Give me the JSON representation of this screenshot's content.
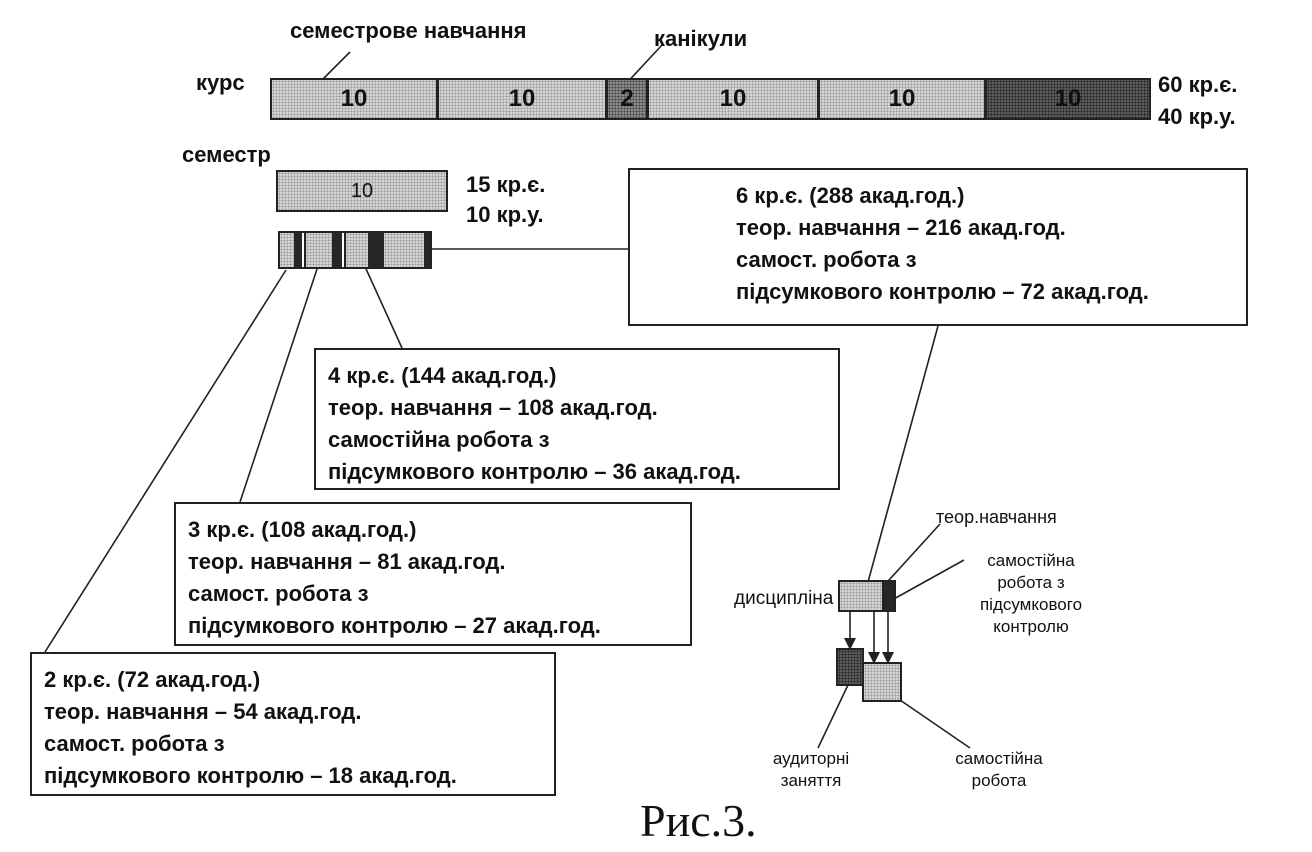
{
  "top": {
    "label_semester_study": "семестрове навчання",
    "label_holidays": "канікули",
    "label_course": "курс",
    "segments": [
      "10",
      "10",
      "2",
      "10",
      "10",
      "10"
    ],
    "total_ects": "60 кр.є.",
    "total_ua": "40 кр.у."
  },
  "semester": {
    "label": "семестр",
    "value": "10",
    "ects": "15 кр.є.",
    "ua": "10 кр.у."
  },
  "box6": {
    "line1": "6 кр.є.  (288 акад.год.)",
    "line2": "теор. навчання – 216 акад.год.",
    "line3": "самост. робота з",
    "line4": "підсумкового контролю – 72 акад.год."
  },
  "box4": {
    "line1": "4 кр.є.  (144 акад.год.)",
    "line2": "теор. навчання – 108 акад.год.",
    "line3": "самостійна робота з",
    "line4": "підсумкового контролю – 36 акад.год."
  },
  "box3": {
    "line1": "3 кр.є.  (108 акад.год.)",
    "line2": "теор. навчання – 81 акад.год.",
    "line3": "самост. робота з",
    "line4": "підсумкового контролю – 27 акад.год."
  },
  "box2": {
    "line1": "2 кр.є.  (72 акад.год.)",
    "line2": "теор. навчання – 54 акад.год.",
    "line3": "самост. робота з",
    "line4": "підсумкового контролю – 18 акад.год."
  },
  "legend": {
    "theory": "теор.навчання",
    "self_control_1": "самостійна",
    "self_control_2": "робота з",
    "self_control_3": "підсумкового",
    "self_control_4": "контролю",
    "discipline": "дисципліна",
    "classroom_1": "аудиторні",
    "classroom_2": "заняття",
    "self_work_1": "самостійна",
    "self_work_2": "робота"
  },
  "caption": "Рис.3."
}
